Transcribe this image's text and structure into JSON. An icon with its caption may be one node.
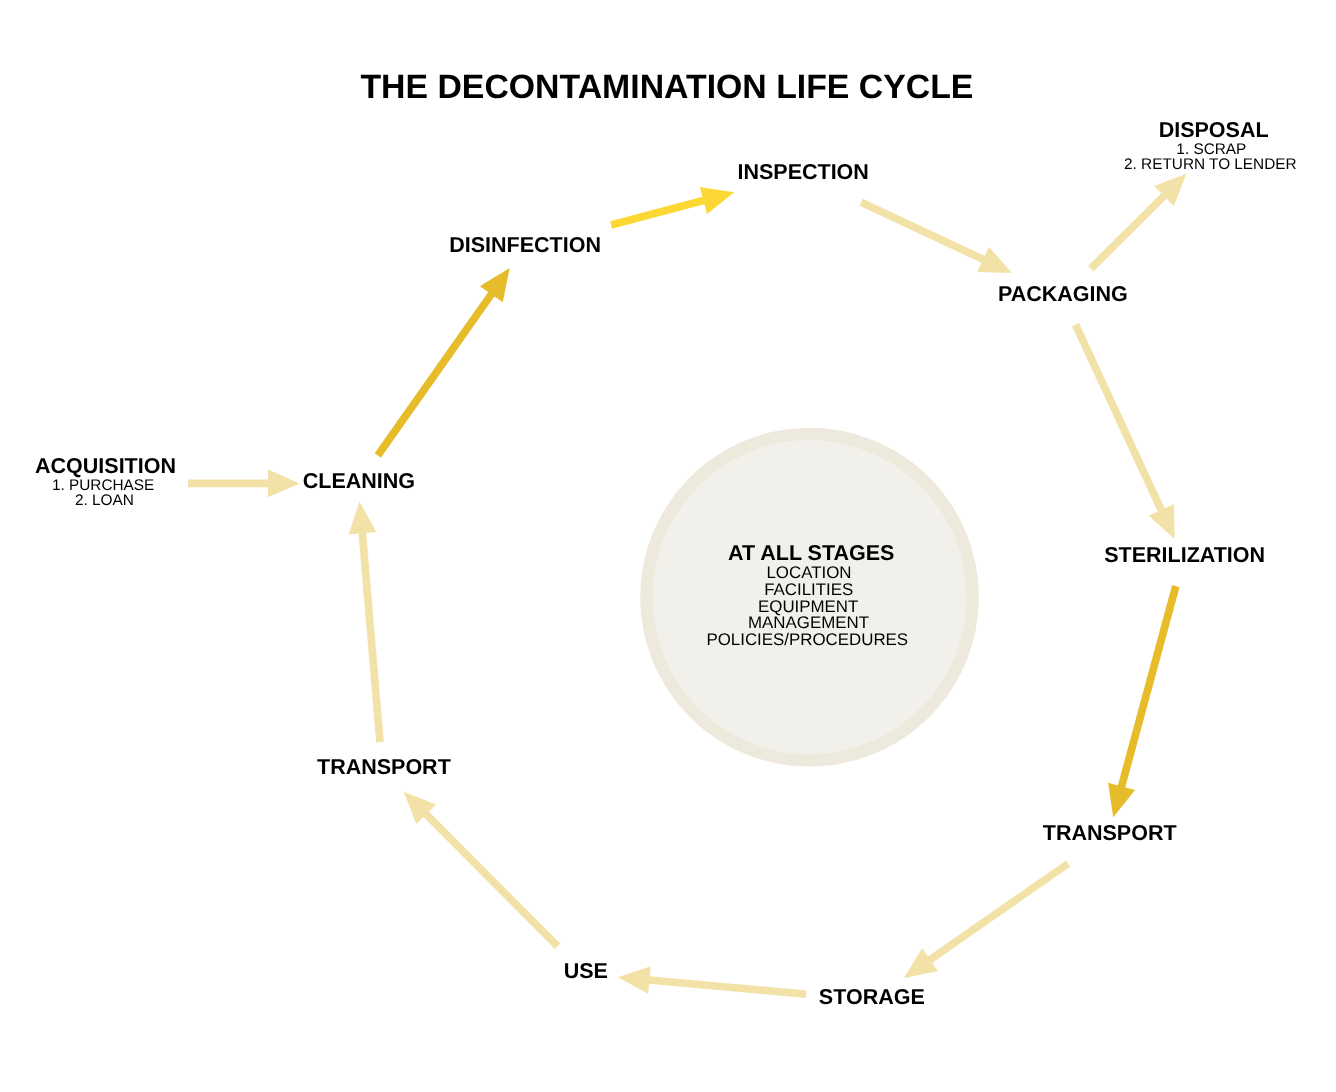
{
  "diagram": {
    "title": "THE DECONTAMINATION LIFE CYCLE",
    "nodes": [
      {
        "text": [
          "ACQUISITION",
          "1. PURCHASE",
          "2. LOAN"
        ]
      },
      {
        "text": [
          "CLEANING"
        ]
      },
      {
        "text": [
          "DISINFECTION"
        ]
      },
      {
        "text": [
          "INSPECTION"
        ]
      },
      {
        "text": [
          "PACKAGING"
        ]
      },
      {
        "text": [
          "DISPOSAL",
          "1. SCRAP",
          "2. RETURN TO LENDER"
        ]
      },
      {
        "text": [
          "STERILIZATION"
        ]
      },
      {
        "text": [
          "TRANSPORT"
        ]
      },
      {
        "text": [
          "STORAGE"
        ]
      },
      {
        "text": [
          "USE"
        ]
      },
      {
        "text": [
          "TRANSPORT"
        ]
      },
      {
        "text": [
          "AT ALL STAGES",
          "LOCATION FACILITIES EQUIPMENT MANAGEMENT POLICIES/PROCEDURES"
        ]
      }
    ],
    "edges": [
      {
        "from": 0,
        "to": 1,
        "arrow": "to"
      },
      {
        "from": 1,
        "to": 2,
        "arrow": "to",
        "color": "#e6bc2a"
      },
      {
        "from": 2,
        "to": 3,
        "arrow": "to",
        "color": "#fdd835"
      },
      {
        "from": 3,
        "to": 4,
        "arrow": "to"
      },
      {
        "from": 4,
        "to": 6,
        "arrow": "to"
      },
      {
        "from": 4,
        "to": 5,
        "arrow": "to"
      },
      {
        "from": 6,
        "to": 7,
        "arrow": "to",
        "color": "#e6bc2a"
      },
      {
        "from": 7,
        "to": 8,
        "arrow": "to"
      },
      {
        "from": 8,
        "to": 9,
        "arrow": "to"
      },
      {
        "from": 9,
        "to": 10,
        "arrow": "to"
      },
      {
        "from": 10,
        "to": 1,
        "arrow": "to"
      }
    ]
  }
}
